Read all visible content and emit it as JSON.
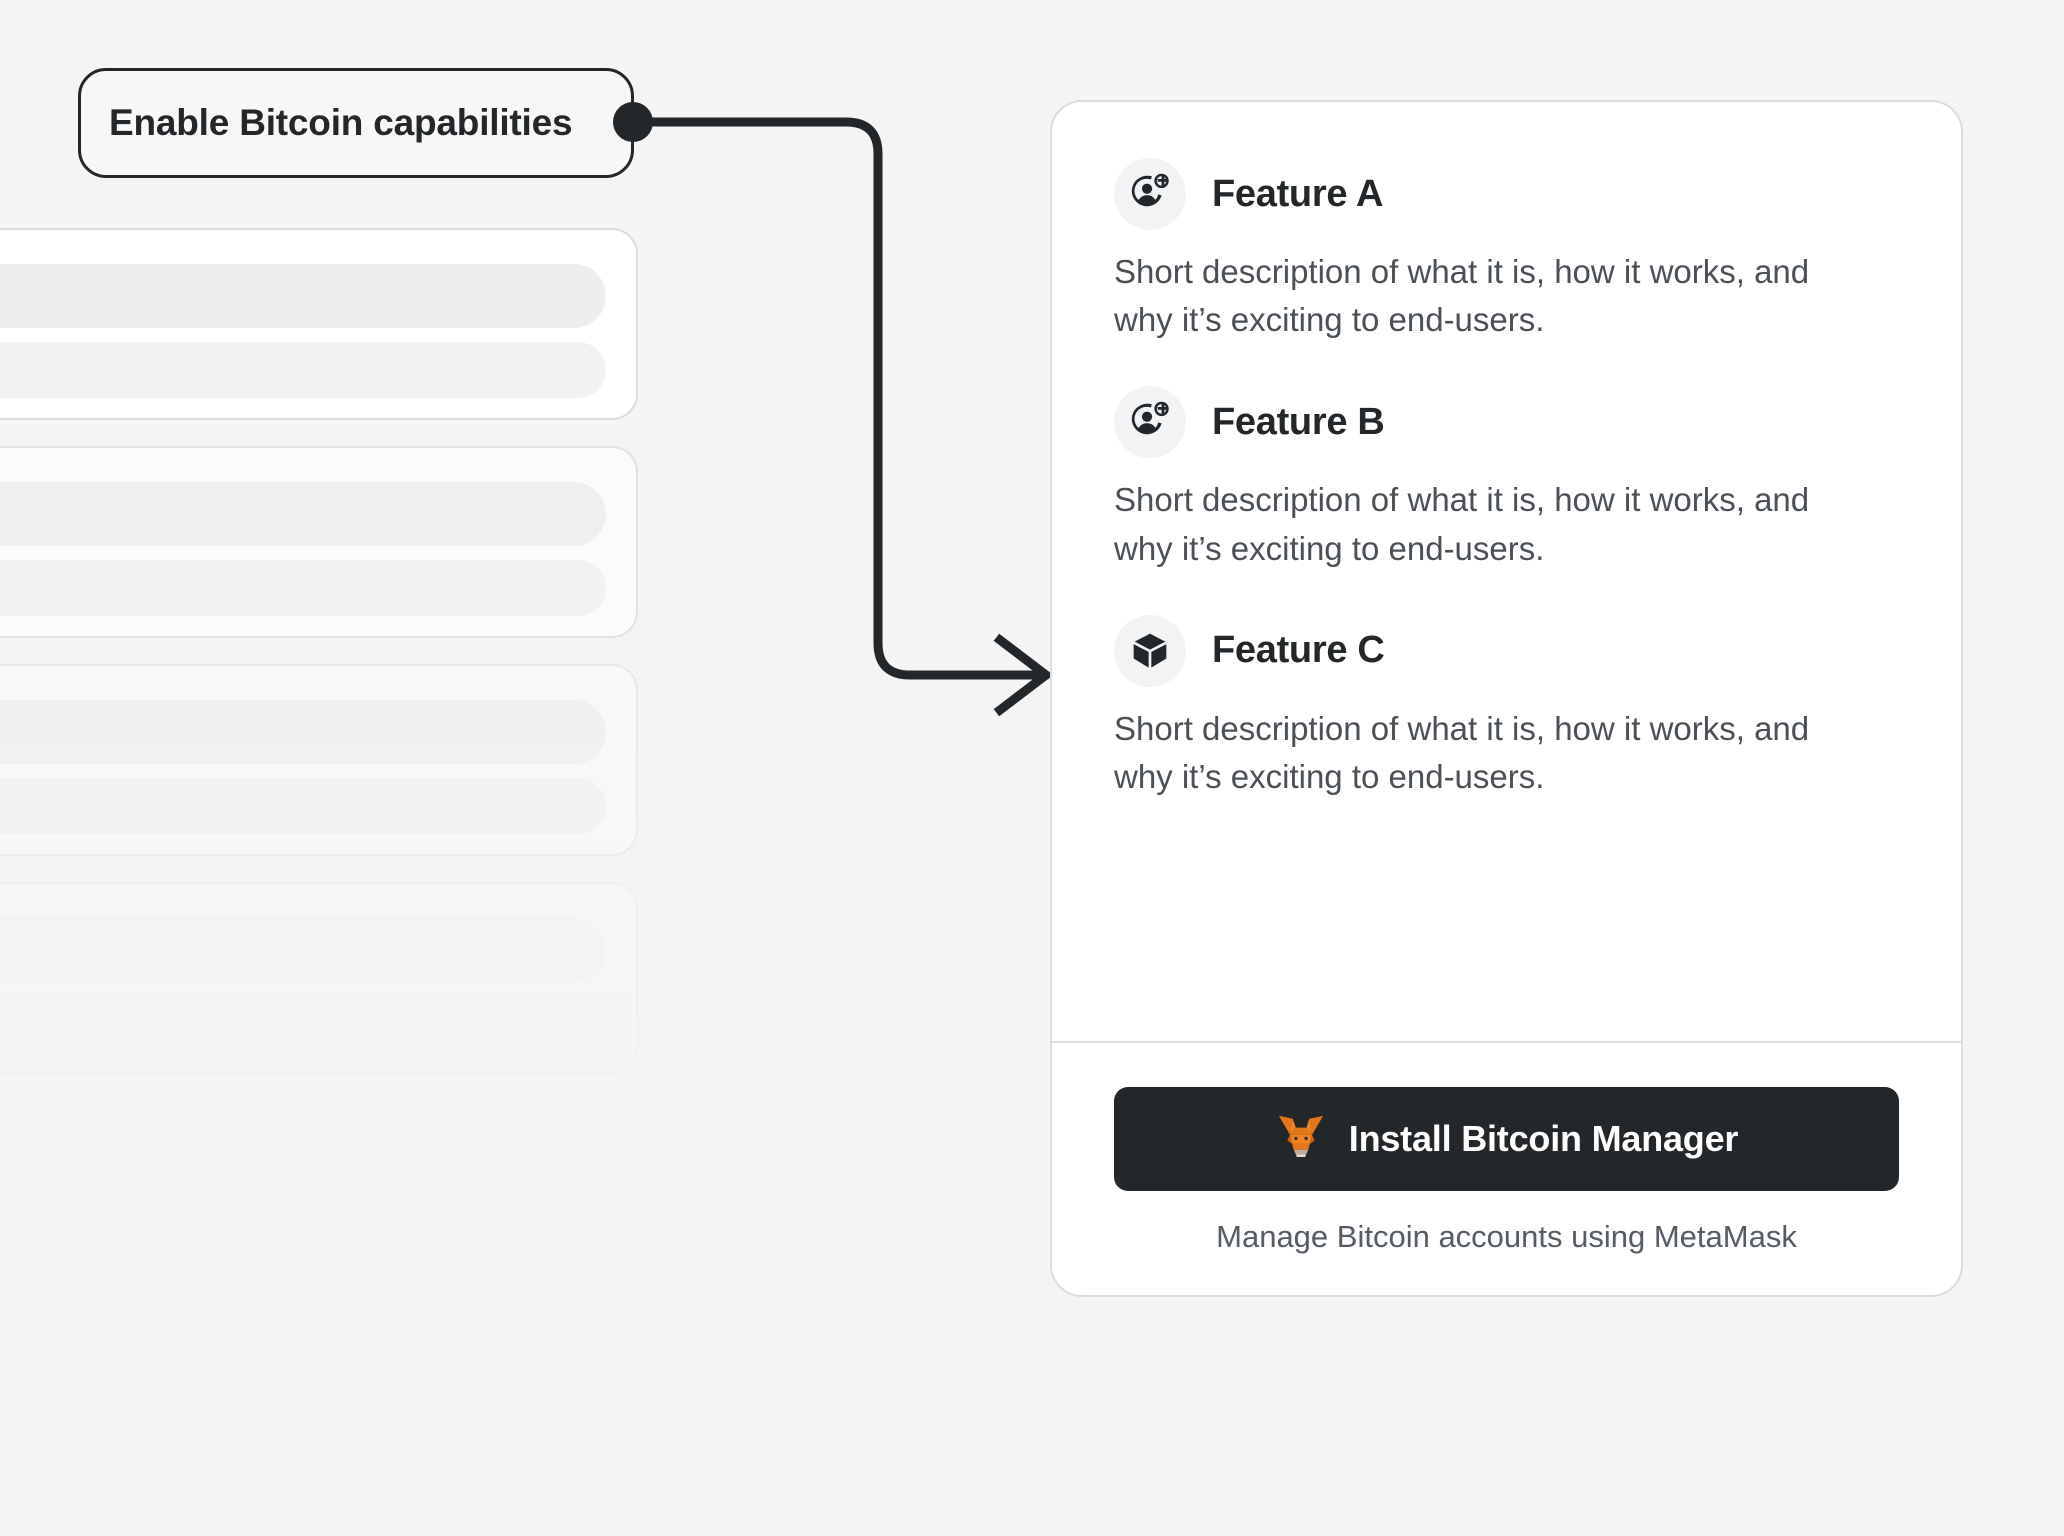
{
  "background": {
    "color": "#f4f4f4",
    "skeleton_cards": [
      {
        "fade": "f0"
      },
      {
        "fade": "f1"
      },
      {
        "fade": "f2"
      },
      {
        "fade": "f3"
      },
      {
        "fade": "f4"
      },
      {
        "fade": "f5"
      }
    ]
  },
  "callout": {
    "label": "Enable Bitcoin capabilities",
    "border_color": "#24272a",
    "connector": {
      "icon": "arrow-connector",
      "dot_color": "#24272a",
      "line_color": "#24272a"
    }
  },
  "card": {
    "background": "#ffffff",
    "border_color": "#d9dce0",
    "features": [
      {
        "icon": "user-add-icon",
        "title": "Feature A",
        "description": "Short description of what it is, how it works, and why it’s exciting to end-users."
      },
      {
        "icon": "user-add-icon",
        "title": "Feature B",
        "description": "Short description of what it is, how it works, and why it’s exciting to end-users."
      },
      {
        "icon": "cube-icon",
        "title": "Feature C",
        "description": "Short description of what it is, how it works, and why it’s exciting to end-users."
      }
    ],
    "footer": {
      "install_button": {
        "icon": "metamask-fox-icon",
        "label": "Install Bitcoin Manager",
        "background": "#24272a",
        "text_color": "#ffffff"
      },
      "caption": "Manage Bitcoin accounts using MetaMask"
    }
  }
}
